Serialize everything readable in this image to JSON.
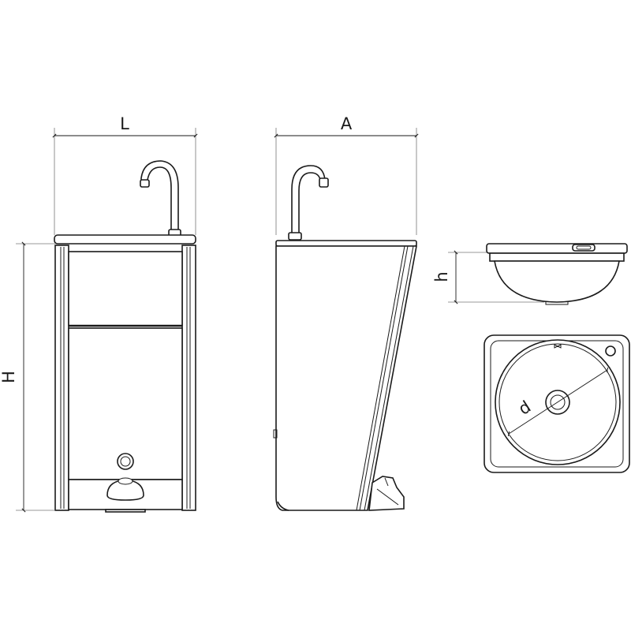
{
  "dimensions": {
    "width_label": "L",
    "depth_label": "A",
    "height_label": "H",
    "basin_height_label": "h",
    "basin_diameter_label": "d"
  },
  "colors": {
    "line": "#1a1a1a",
    "extension": "#777777",
    "background": "#ffffff"
  }
}
